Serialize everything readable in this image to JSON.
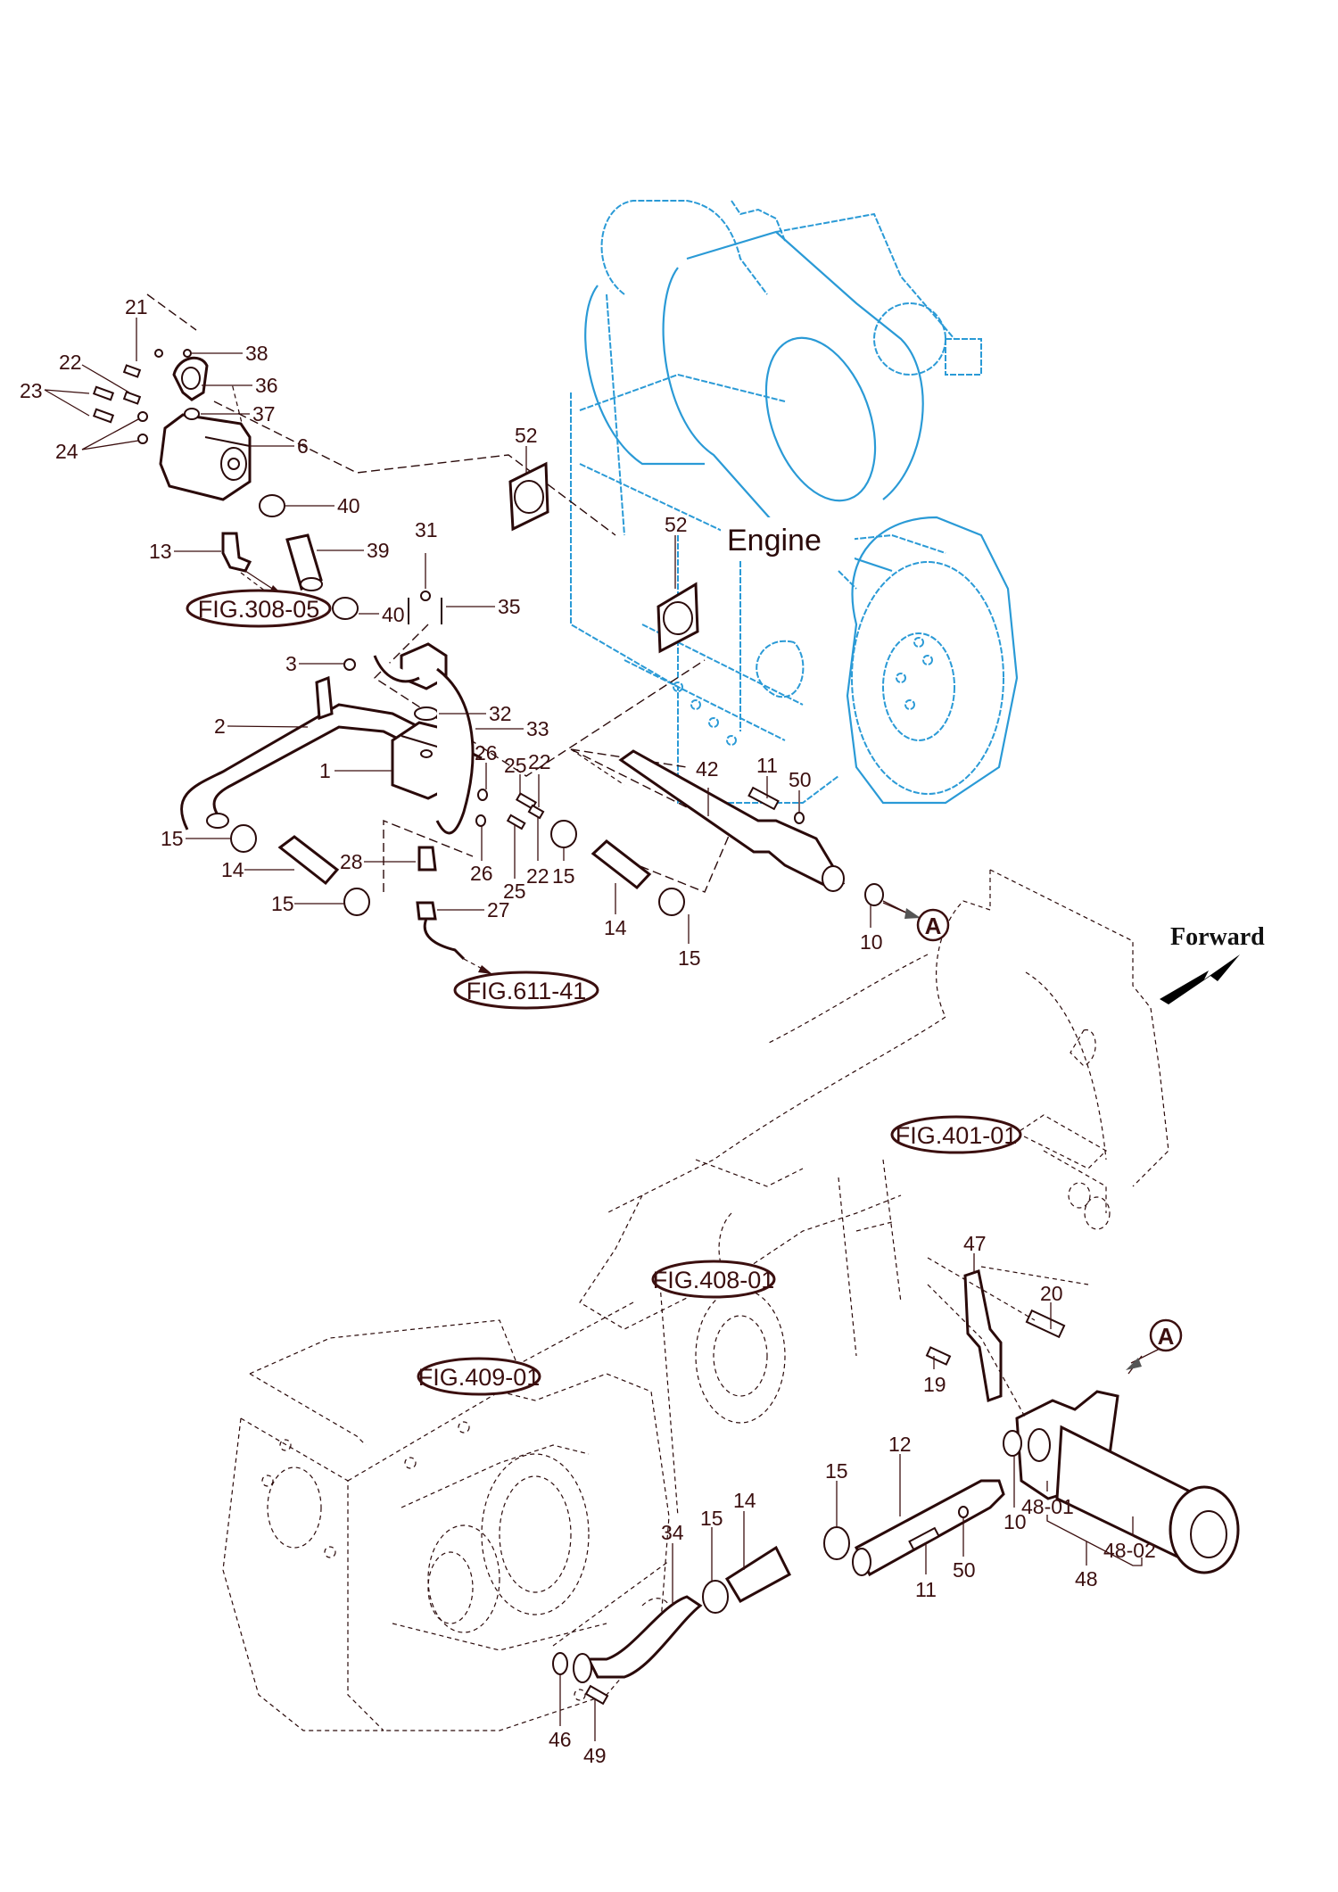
{
  "diagram": {
    "title_labels": {
      "engine": "Engine",
      "forward": "Forward"
    },
    "view_marker": "A",
    "figure_references": [
      {
        "id": "fig-308-05",
        "label": "FIG.308-05"
      },
      {
        "id": "fig-611-41",
        "label": "FIG.611-41"
      },
      {
        "id": "fig-401-01",
        "label": "FIG.401-01"
      },
      {
        "id": "fig-408-01",
        "label": "FIG.408-01"
      },
      {
        "id": "fig-409-01",
        "label": "FIG.409-01"
      }
    ],
    "callouts": [
      {
        "key": "c21",
        "num": "21"
      },
      {
        "key": "c38",
        "num": "38"
      },
      {
        "key": "c22a",
        "num": "22"
      },
      {
        "key": "c36",
        "num": "36"
      },
      {
        "key": "c23",
        "num": "23"
      },
      {
        "key": "c37",
        "num": "37"
      },
      {
        "key": "c6",
        "num": "6"
      },
      {
        "key": "c24",
        "num": "24"
      },
      {
        "key": "c52a",
        "num": "52"
      },
      {
        "key": "c40a",
        "num": "40"
      },
      {
        "key": "c13",
        "num": "13"
      },
      {
        "key": "c39",
        "num": "39"
      },
      {
        "key": "c52b",
        "num": "52"
      },
      {
        "key": "c31",
        "num": "31"
      },
      {
        "key": "c35",
        "num": "35"
      },
      {
        "key": "c40b",
        "num": "40"
      },
      {
        "key": "c3",
        "num": "3"
      },
      {
        "key": "c2",
        "num": "2"
      },
      {
        "key": "c32",
        "num": "32"
      },
      {
        "key": "c33",
        "num": "33"
      },
      {
        "key": "c1",
        "num": "1"
      },
      {
        "key": "c26a",
        "num": "26"
      },
      {
        "key": "c25a",
        "num": "25"
      },
      {
        "key": "c22b",
        "num": "22"
      },
      {
        "key": "c42",
        "num": "42"
      },
      {
        "key": "c11a",
        "num": "11"
      },
      {
        "key": "c50a",
        "num": "50"
      },
      {
        "key": "c15a",
        "num": "15"
      },
      {
        "key": "c14a",
        "num": "14"
      },
      {
        "key": "c28",
        "num": "28"
      },
      {
        "key": "c26b",
        "num": "26"
      },
      {
        "key": "c25b",
        "num": "25"
      },
      {
        "key": "c22c",
        "num": "22"
      },
      {
        "key": "c15b",
        "num": "15"
      },
      {
        "key": "c15c",
        "num": "15"
      },
      {
        "key": "c27",
        "num": "27"
      },
      {
        "key": "c14b",
        "num": "14"
      },
      {
        "key": "c15d",
        "num": "15"
      },
      {
        "key": "c10a",
        "num": "10"
      },
      {
        "key": "c47",
        "num": "47"
      },
      {
        "key": "c20",
        "num": "20"
      },
      {
        "key": "c19",
        "num": "19"
      },
      {
        "key": "c12",
        "num": "12"
      },
      {
        "key": "c15e",
        "num": "15"
      },
      {
        "key": "c15f",
        "num": "15"
      },
      {
        "key": "c14c",
        "num": "14"
      },
      {
        "key": "c34",
        "num": "34"
      },
      {
        "key": "c48-01",
        "num": "48-01"
      },
      {
        "key": "c10b",
        "num": "10"
      },
      {
        "key": "c50b",
        "num": "50"
      },
      {
        "key": "c11b",
        "num": "11"
      },
      {
        "key": "c48-02",
        "num": "48-02"
      },
      {
        "key": "c48",
        "num": "48"
      },
      {
        "key": "c46",
        "num": "46"
      },
      {
        "key": "c49",
        "num": "49"
      }
    ],
    "colors": {
      "callout_text": "#3b0f0f",
      "part_lines": "#2a0a0a",
      "engine_lines": "#2a9ad6",
      "background": "#ffffff"
    }
  }
}
